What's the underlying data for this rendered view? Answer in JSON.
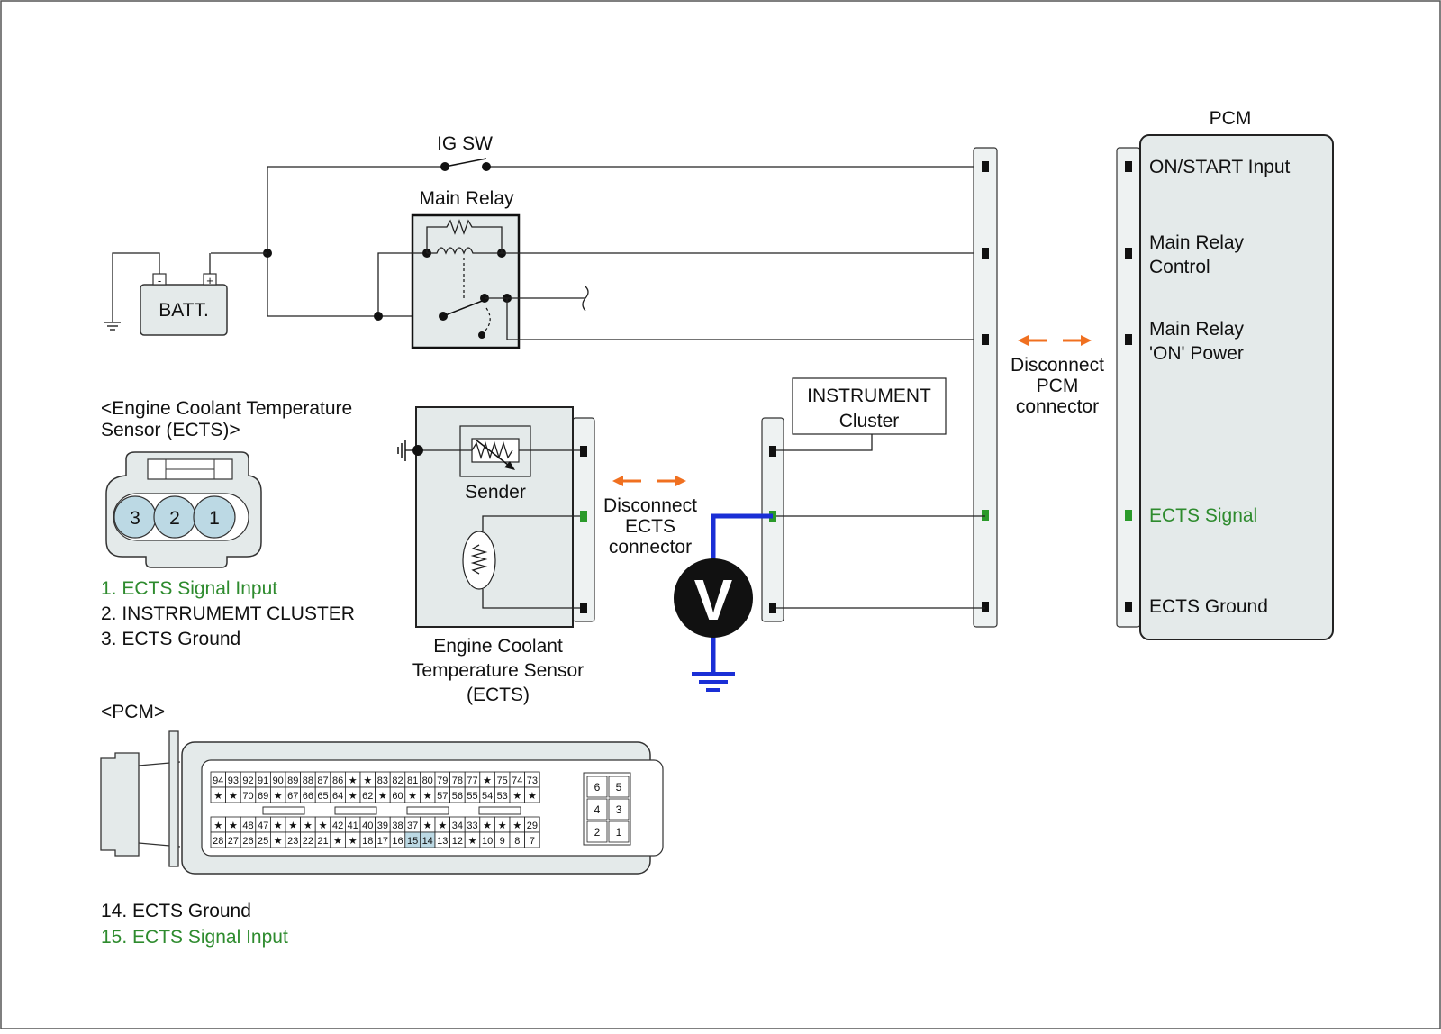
{
  "colors": {
    "accent_green": "#2e8b2e",
    "arrow_orange": "#f07020",
    "probe_blue": "#1a2fd6",
    "fill_grey": "#e4eaea",
    "pin_highlight": "#bcd9e4"
  },
  "icons": [
    "battery-icon",
    "ground-icon",
    "voltmeter-icon",
    "switch-icon",
    "relay-coil-icon",
    "thermistor-icon"
  ],
  "circuit": {
    "ig_sw": "IG SW",
    "main_relay": "Main Relay",
    "batt": "BATT.",
    "batt_minus": "-",
    "batt_plus": "+",
    "instrument_line1": "INSTRUMENT",
    "instrument_line2": "Cluster",
    "sender": "Sender",
    "voltmeter": "V"
  },
  "ects_sensor": {
    "line1": "Engine Coolant",
    "line2": "Temperature Sensor",
    "line3": "(ECTS)"
  },
  "disconnect_ects": {
    "line1": "Disconnect",
    "line2": "ECTS",
    "line3": "connector"
  },
  "disconnect_pcm": {
    "line1": "Disconnect",
    "line2": "PCM",
    "line3": "connector"
  },
  "pcm_module": {
    "title": "PCM",
    "on_start": "ON/START Input",
    "relay_control_1": "Main Relay",
    "relay_control_2": "Control",
    "relay_power_1": "Main Relay",
    "relay_power_2": "'ON' Power",
    "ects_signal": "ECTS Signal",
    "ects_ground": "ECTS Ground"
  },
  "ects_connector": {
    "heading_1": "<Engine Coolant Temperature",
    "heading_2": "Sensor (ECTS)>",
    "pins": [
      "3",
      "2",
      "1"
    ],
    "legend": [
      {
        "text": "1. ECTS Signal Input",
        "green": true
      },
      {
        "text": "2. INSTRRUMEMT CLUSTER",
        "green": false
      },
      {
        "text": "3. ECTS Ground",
        "green": false
      }
    ]
  },
  "pcm_connector": {
    "heading": "<PCM>",
    "row1": [
      "94",
      "93",
      "92",
      "91",
      "90",
      "89",
      "88",
      "87",
      "86",
      "★",
      "★",
      "83",
      "82",
      "81",
      "80",
      "79",
      "78",
      "77",
      "★",
      "75",
      "74",
      "73"
    ],
    "row2": [
      "★",
      "★",
      "70",
      "69",
      "★",
      "67",
      "66",
      "65",
      "64",
      "★",
      "62",
      "★",
      "60",
      "★",
      "★",
      "57",
      "56",
      "55",
      "54",
      "53",
      "★",
      "★"
    ],
    "row3": [
      "★",
      "★",
      "48",
      "47",
      "★",
      "★",
      "★",
      "★",
      "42",
      "41",
      "40",
      "39",
      "38",
      "37",
      "★",
      "★",
      "34",
      "33",
      "★",
      "★",
      "★",
      "29"
    ],
    "row4": [
      "28",
      "27",
      "26",
      "25",
      "★",
      "23",
      "22",
      "21",
      "★",
      "★",
      "18",
      "17",
      "16",
      "15",
      "14",
      "13",
      "12",
      "★",
      "10",
      "9",
      "8",
      "7"
    ],
    "highlight": [
      "15",
      "14"
    ],
    "small_block": [
      [
        "6",
        "5"
      ],
      [
        "4",
        "3"
      ],
      [
        "2",
        "1"
      ]
    ],
    "legend": [
      {
        "text": "14. ECTS Ground",
        "green": false
      },
      {
        "text": "15. ECTS Signal Input",
        "green": true
      }
    ]
  }
}
